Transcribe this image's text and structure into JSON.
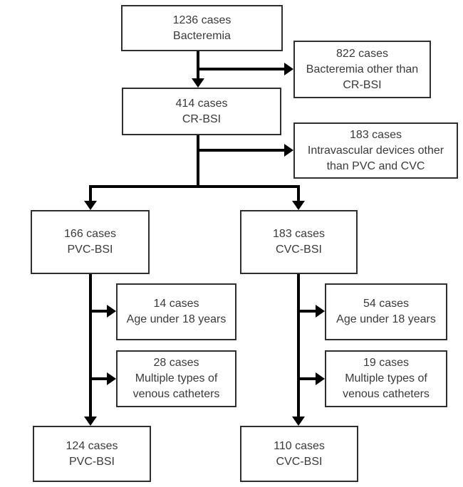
{
  "diagram": {
    "title": "Case selection flow diagram (bacteremia / catheter-related bloodstream infection)",
    "nodes": {
      "bacteremia": {
        "lines": [
          "1236 cases",
          "Bacteremia"
        ]
      },
      "excl_bacteremia": {
        "lines": [
          "822 cases",
          "Bacteremia other than",
          "CR-BSI"
        ]
      },
      "crbsi": {
        "lines": [
          "414 cases",
          "CR-BSI"
        ]
      },
      "excl_devices": {
        "lines": [
          "183 cases",
          "Intravascular devices other",
          "than PVC and CVC"
        ]
      },
      "pvc166": {
        "lines": [
          "166 cases",
          "PVC-BSI"
        ]
      },
      "cvc183": {
        "lines": [
          "183 cases",
          "CVC-BSI"
        ]
      },
      "pvc_age": {
        "lines": [
          "14 cases",
          "Age under 18 years"
        ]
      },
      "pvc_multi": {
        "lines": [
          "28 cases",
          "Multiple types of",
          "venous catheters"
        ]
      },
      "cvc_age": {
        "lines": [
          "54 cases",
          "Age under 18 years"
        ]
      },
      "cvc_multi": {
        "lines": [
          "19 cases",
          "Multiple types of",
          "venous catheters"
        ]
      },
      "pvc124": {
        "lines": [
          "124 cases",
          "PVC-BSI"
        ]
      },
      "cvc110": {
        "lines": [
          "110 cases",
          "CVC-BSI"
        ]
      }
    },
    "edges": [
      {
        "from": "bacteremia",
        "to": "excl_bacteremia",
        "type": "exclusion"
      },
      {
        "from": "bacteremia",
        "to": "crbsi",
        "type": "flow"
      },
      {
        "from": "crbsi",
        "to": "excl_devices",
        "type": "exclusion"
      },
      {
        "from": "crbsi",
        "to": "pvc166",
        "type": "flow"
      },
      {
        "from": "crbsi",
        "to": "cvc183",
        "type": "flow"
      },
      {
        "from": "pvc166",
        "to": "pvc_age",
        "type": "exclusion"
      },
      {
        "from": "pvc166",
        "to": "pvc_multi",
        "type": "exclusion"
      },
      {
        "from": "pvc166",
        "to": "pvc124",
        "type": "flow"
      },
      {
        "from": "cvc183",
        "to": "cvc_age",
        "type": "exclusion"
      },
      {
        "from": "cvc183",
        "to": "cvc_multi",
        "type": "exclusion"
      },
      {
        "from": "cvc183",
        "to": "cvc110",
        "type": "flow"
      }
    ],
    "colors": {
      "box_border": "#2f2f2f",
      "text": "#3a3a3a",
      "arrow": "#000000",
      "background": "#ffffff"
    }
  }
}
